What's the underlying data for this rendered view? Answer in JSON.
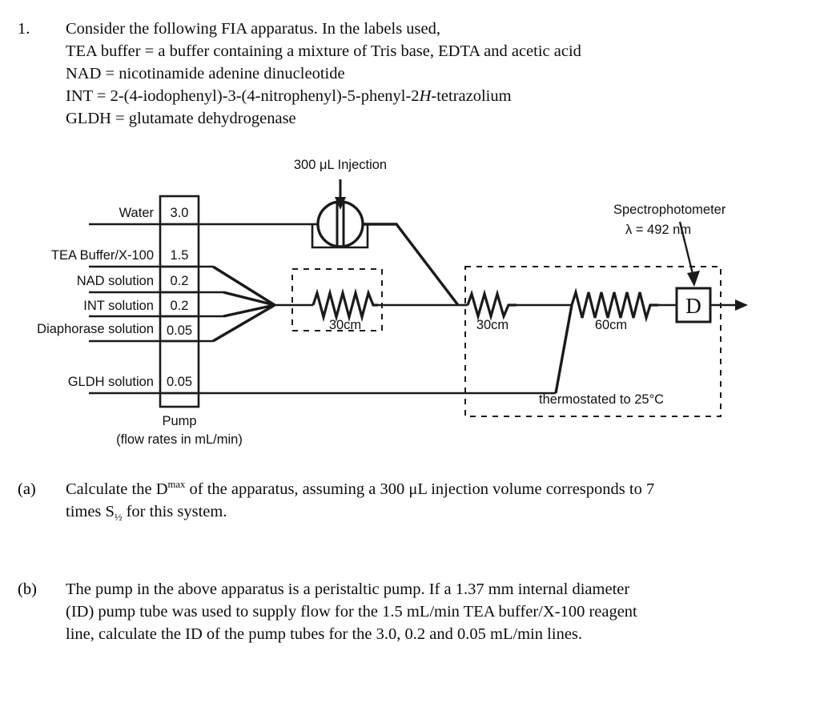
{
  "question": {
    "number": "1.",
    "intro_lines": [
      "Consider the following FIA apparatus.  In the labels used,",
      "TEA buffer = a buffer containing a mixture of Tris base, EDTA and acetic acid",
      "NAD = nicotinamide adenine dinucleotide",
      "GLDH = glutamate dehydrogenase"
    ],
    "int_line_prefix": "INT = 2-(4-iodophenyl)-3-(4-nitrophenyl)-5-phenyl-2",
    "int_line_italic": "H",
    "int_line_suffix": "-tetrazolium"
  },
  "diagram": {
    "injection_label": "300 μL Injection",
    "spectrophotometer_label": "Spectrophotometer",
    "spectrophotometer_wavelength": "λ = 492 nm",
    "detector_letter": "D",
    "coil_1_length": "30cm",
    "coil_2_length": "30cm",
    "coil_3_length": "60cm",
    "thermostat_label": "thermostated to 25°C",
    "pump_caption_title": "Pump",
    "pump_caption_sub": "(flow rates in mL/min)",
    "reagents": [
      {
        "name": "Water",
        "flow": "3.0"
      },
      {
        "name": "TEA Buffer/X-100",
        "flow": "1.5"
      },
      {
        "name": "NAD solution",
        "flow": "0.2"
      },
      {
        "name": "INT solution",
        "flow": "0.2"
      },
      {
        "name": "Diaphorase solution",
        "flow": "0.05"
      },
      {
        "name": "GLDH solution",
        "flow": "0.05"
      }
    ]
  },
  "parts": [
    {
      "marker": "(a)",
      "lines": [
        {
          "pre": "Calculate the D",
          "sup": "max",
          "post": " of the apparatus, assuming a 300 μL injection volume corresponds to 7"
        },
        {
          "pre": "times S",
          "sub": "½",
          "post": " for this system."
        }
      ]
    },
    {
      "marker": "(b)",
      "lines": [
        {
          "pre": "The pump in the above apparatus is a peristaltic pump.  If a 1.37 mm internal diameter"
        },
        {
          "pre": "(ID) pump tube was used to supply flow for the 1.5 mL/min TEA buffer/X-100 reagent"
        },
        {
          "pre": "line, calculate the ID of the pump tubes for the 3.0, 0.2 and 0.05 mL/min lines."
        }
      ]
    }
  ],
  "colors": {
    "ink": "#0d0d0d",
    "line": "#1a1a1a",
    "background": "#ffffff"
  }
}
